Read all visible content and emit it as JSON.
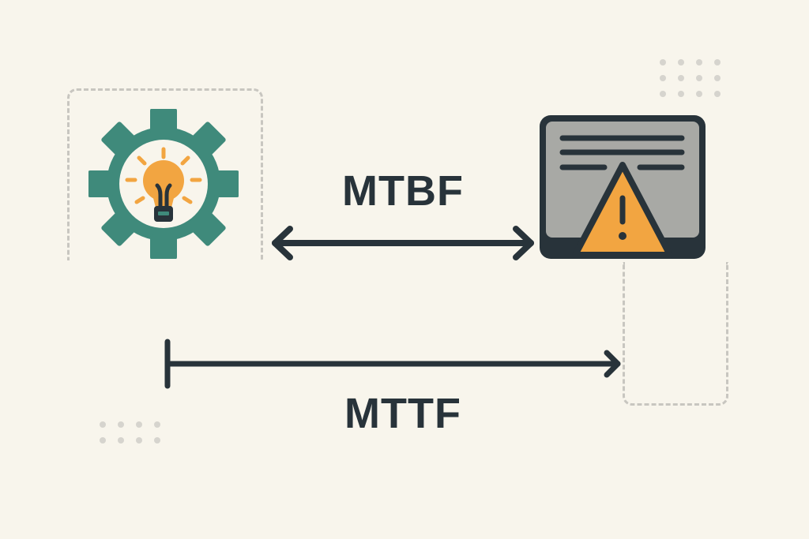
{
  "diagram": {
    "labels": {
      "mtbf": "MTBF",
      "mttf": "MTTF"
    },
    "nodes": [
      {
        "id": "operation",
        "icon": "gear-lightbulb-icon",
        "meaning": "working system"
      },
      {
        "id": "failure",
        "icon": "warning-screen-icon",
        "meaning": "system failure"
      }
    ],
    "connectors": [
      {
        "id": "mtbf-arrow",
        "type": "double-headed",
        "from": "operation",
        "to": "failure",
        "label": "MTBF"
      },
      {
        "id": "mttf-arrow",
        "type": "bar-to-arrow",
        "from": "start",
        "to": "failure",
        "label": "MTTF"
      }
    ],
    "colors": {
      "background": "#f8f5ec",
      "gear": "#3f8a7b",
      "bulb": "#f2a541",
      "dark": "#28333a",
      "screen": "#a8a9a5",
      "dash": "#c8c6c0",
      "dots": "#d6d4ce"
    }
  }
}
